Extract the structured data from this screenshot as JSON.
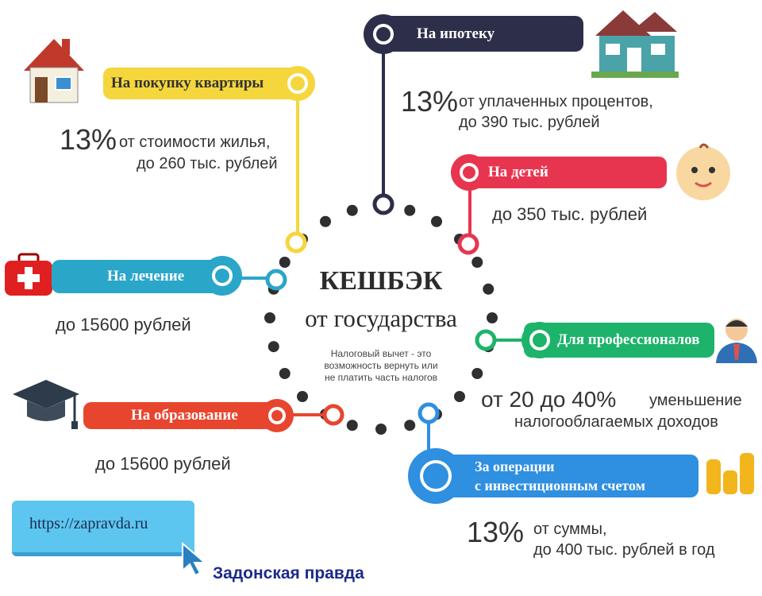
{
  "center": {
    "title": "КЕШБЭК",
    "subtitle": "от государства",
    "note": [
      "Налоговый вычет - это",
      "возможность вернуть или",
      "не платить часть налогов"
    ]
  },
  "items": {
    "apartment": {
      "label": "На покупку квартиры",
      "pct": "13%",
      "lines": [
        "от стоимости жилья,",
        "до 260 тыс. рублей"
      ],
      "color": "#f5d63d"
    },
    "mortgage": {
      "label": "На ипотеку",
      "pct": "13%",
      "lines": [
        "от уплаченных процентов,",
        "до 390 тыс. рублей"
      ],
      "color": "#2d2f4a"
    },
    "children": {
      "label": "На детей",
      "lines": [
        "до 350 тыс. рублей"
      ],
      "color": "#e8354f"
    },
    "treatment": {
      "label": "На лечение",
      "lines": [
        "до 15600 рублей"
      ],
      "color": "#2aa6c9"
    },
    "professionals": {
      "label": "Для профессионалов",
      "pct": "от 20 до 40%",
      "lines": [
        "уменьшение",
        "налогооблагаемых доходов"
      ],
      "color": "#1db36b"
    },
    "education": {
      "label": "На образование",
      "lines": [
        "до 15600 рублей"
      ],
      "color": "#e8452f"
    },
    "investment": {
      "label": [
        "За операции",
        "с инвестиционным счетом"
      ],
      "pct": "13%",
      "lines": [
        "от суммы,",
        "до 400 тыс. рублей в год"
      ],
      "color": "#2f8fe0"
    }
  },
  "footer": {
    "url": "https://zapravda.ru",
    "brand": "Задонская правда"
  }
}
